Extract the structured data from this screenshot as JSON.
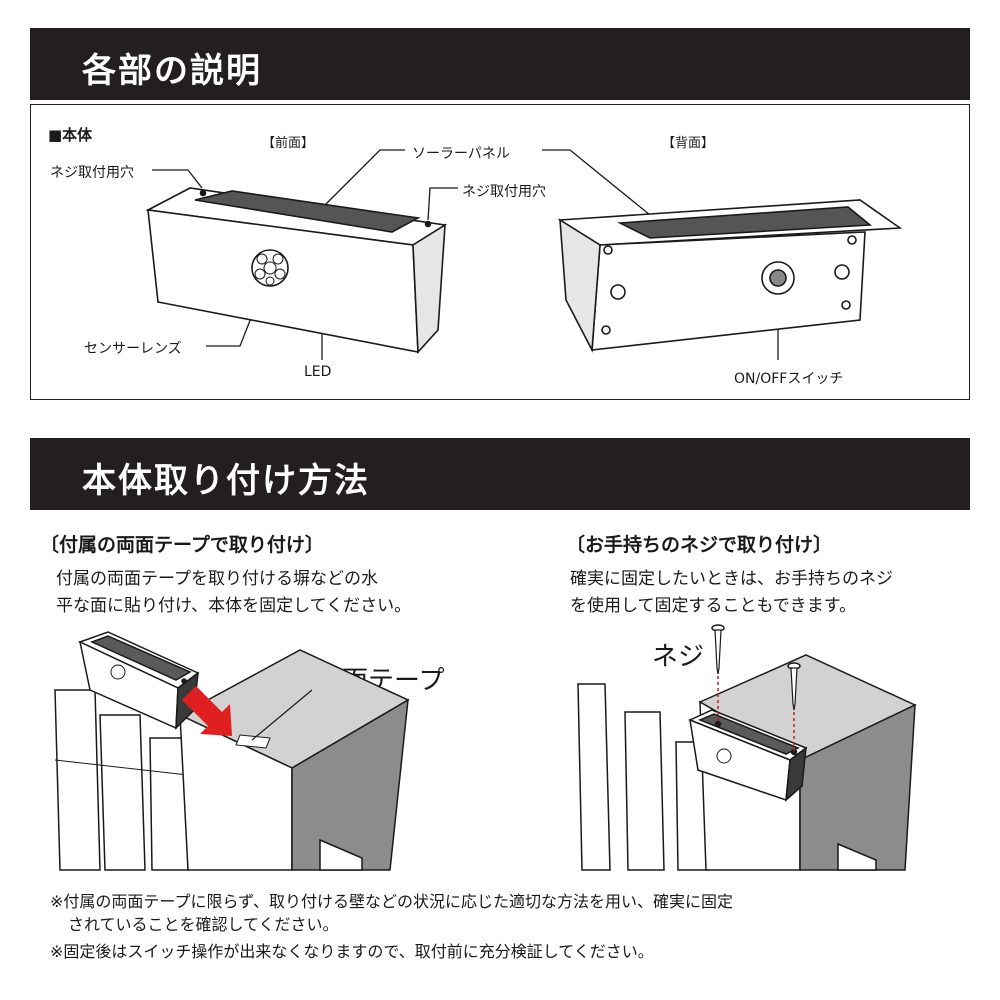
{
  "sections": {
    "parts": {
      "title": "各部の説明"
    },
    "mounting": {
      "title": "本体取り付け方法"
    }
  },
  "parts_diagram": {
    "unit_label": "■本体",
    "front_label": "【前面】",
    "back_label": "【背面】",
    "solar_panel": "ソーラーパネル",
    "screw_hole_left": "ネジ取付用穴",
    "screw_hole_right": "ネジ取付用穴",
    "sensor_lens": "センサーレンズ",
    "led": "LED",
    "switch": "ON/OFFスイッチ"
  },
  "methods": [
    {
      "heading": "〔付属の両面テープで取り付け〕",
      "line1": "付属の両面テープを取り付ける塀などの水",
      "line2": "平な面に貼り付け、本体を固定してください。",
      "callout": "両面テープ"
    },
    {
      "heading": "〔お手持ちのネジで取り付け〕",
      "line1": "確実に固定したいときは、お手持ちのネジ",
      "line2": "を使用して固定することもできます。",
      "callout": "ネジ"
    }
  ],
  "notes": {
    "note1_line1": "※付属の両面テープに限らず、取り付ける壁などの状況に応じた適切な方法を用い、確実に固定",
    "note1_line2": "されていることを確認してください。",
    "note2": "※固定後はスイッチ操作が出来なくなりますので、取付前に充分検証してください。"
  },
  "colors": {
    "banner": "#231f20",
    "arrow": "#e02020",
    "screw_guide": "#d01818",
    "post_side": "#8c8c8c",
    "post_top": "#d2d2d2"
  }
}
